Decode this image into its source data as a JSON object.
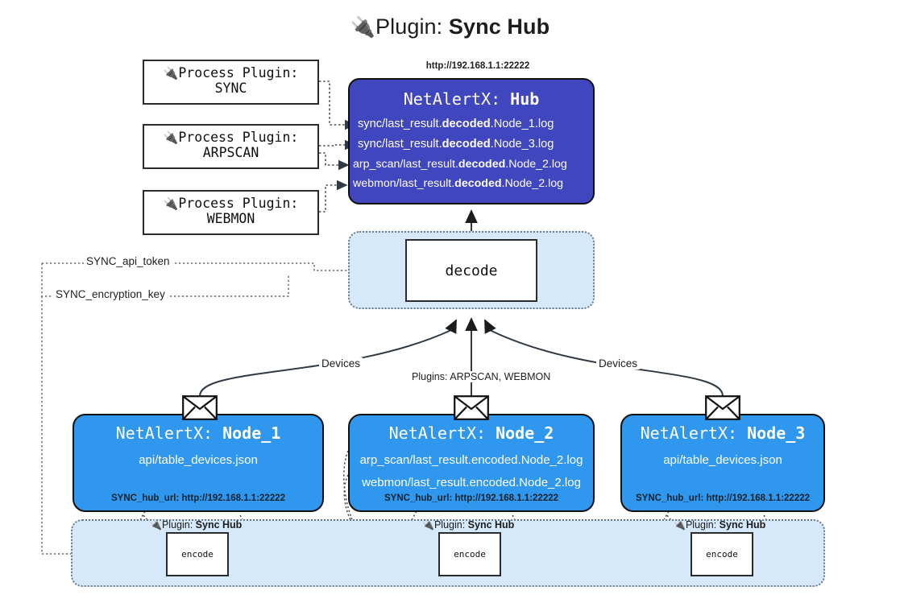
{
  "title": {
    "icon": "plug-icon",
    "glyph": "🔌",
    "lead": "Plugin: ",
    "strong": "Sync Hub"
  },
  "colors": {
    "hub_fill": "#4046bd",
    "node_fill": "#2f97ee",
    "band_fill": "#d6e9fa",
    "box_stroke": "#101010",
    "edge_stroke": "#2f3a45",
    "white_box": "#ffffff"
  },
  "process_plugins": [
    {
      "line1_prefix": "Process Plugin:",
      "line2": "SYNC",
      "glyph": "🔌"
    },
    {
      "line1_prefix": "Process Plugin:",
      "line2": "ARPSCAN",
      "glyph": "🔌"
    },
    {
      "line1_prefix": "Process Plugin:",
      "line2": "WEBMON",
      "glyph": "🔌"
    }
  ],
  "hub": {
    "url_label": "http://192.168.1.1:22222",
    "title_prefix": "NetAlertX: ",
    "title_name": "Hub",
    "log_lines": [
      {
        "pre": "sync/last_result.",
        "mid": "decoded",
        "post": ".Node_1.log"
      },
      {
        "pre": "sync/last_result.",
        "mid": "decoded",
        "post": ".Node_3.log"
      },
      {
        "pre": "arp_scan/last_result.",
        "mid": "decoded",
        "post": ".Node_2.log"
      },
      {
        "pre": "webmon/last_result.",
        "mid": "decoded",
        "post": ".Node_2.log"
      }
    ]
  },
  "decode": {
    "label": "decode"
  },
  "edge_labels": {
    "api_token": "SYNC_api_token",
    "encryption_key": "SYNC_encryption_key",
    "devices_left": "Devices",
    "devices_right": "Devices",
    "plugins_center": "Plugins: ARPSCAN, WEBMON"
  },
  "nodes": [
    {
      "title_prefix": "NetAlertX: ",
      "title_name": "Node_1",
      "lines": [
        "api/table_devices.json"
      ],
      "url_label": "SYNC_hub_url: http://192.168.1.1:22222"
    },
    {
      "title_prefix": "NetAlertX: ",
      "title_name": "Node_2",
      "lines": [
        "arp_scan/last_result.encoded.Node_2.log",
        "webmon/last_result.encoded.Node_2.log"
      ],
      "url_label": "SYNC_hub_url: http://192.168.1.1:22222"
    },
    {
      "title_prefix": "NetAlertX: ",
      "title_name": "Node_3",
      "lines": [
        "api/table_devices.json"
      ],
      "url_label": "SYNC_hub_url: http://192.168.1.1:22222"
    }
  ],
  "plugin_band": {
    "items": [
      {
        "glyph": "🔌",
        "lead": "Plugin: ",
        "strong": "Sync Hub",
        "box_label": "encode"
      },
      {
        "glyph": "🔌",
        "lead": "Plugin: ",
        "strong": "Sync Hub",
        "box_label": "encode"
      },
      {
        "glyph": "🔌",
        "lead": "Plugin: ",
        "strong": "Sync Hub",
        "box_label": "encode"
      }
    ]
  }
}
